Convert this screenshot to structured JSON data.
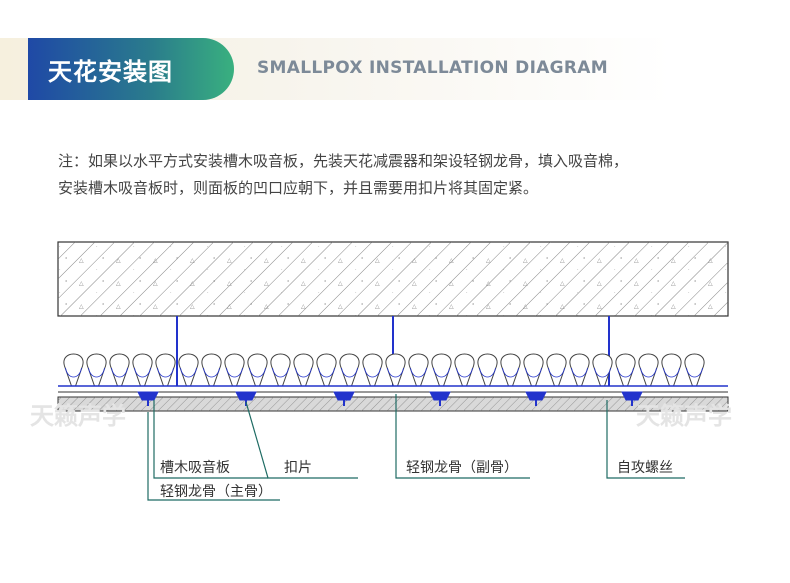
{
  "header": {
    "title_cn": "天花安装图",
    "title_en": "SMALLPOX INSTALLATION DIAGRAM"
  },
  "note": {
    "line1": "注：如果以水平方式安装槽木吸音板，先装天花减震器和架设轻钢龙骨，填入吸音棉，",
    "line2": "安装槽木吸音板时，则面板的凹口应朝下，并且需要用扣片将其固定紧。"
  },
  "labels": {
    "panel": "槽木吸音板",
    "main_keel": "轻钢龙骨（主骨）",
    "clip": "扣片",
    "sub_keel": "轻钢龙骨（副骨）",
    "screw": "自攻螺丝"
  },
  "watermark": "天籁声学",
  "colors": {
    "accent_blue": "#2233cc",
    "leader_green": "#1e6b63",
    "header_start": "#1f49a6",
    "header_end": "#39b07f"
  }
}
